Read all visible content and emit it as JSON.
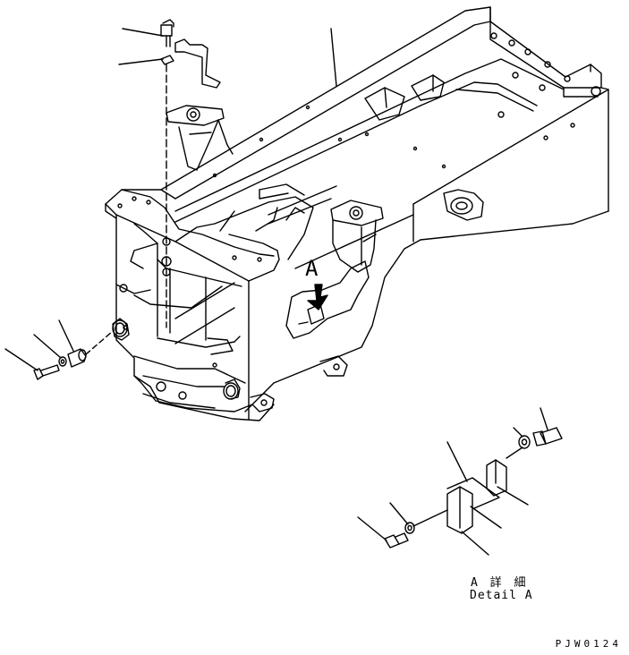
{
  "detail": {
    "view_letter": "A",
    "label_jp": "A 詳 細",
    "label_en": "Detail A"
  },
  "drawing_code": "PJW0124",
  "colors": {
    "line": "#000000",
    "background": "#ffffff"
  }
}
